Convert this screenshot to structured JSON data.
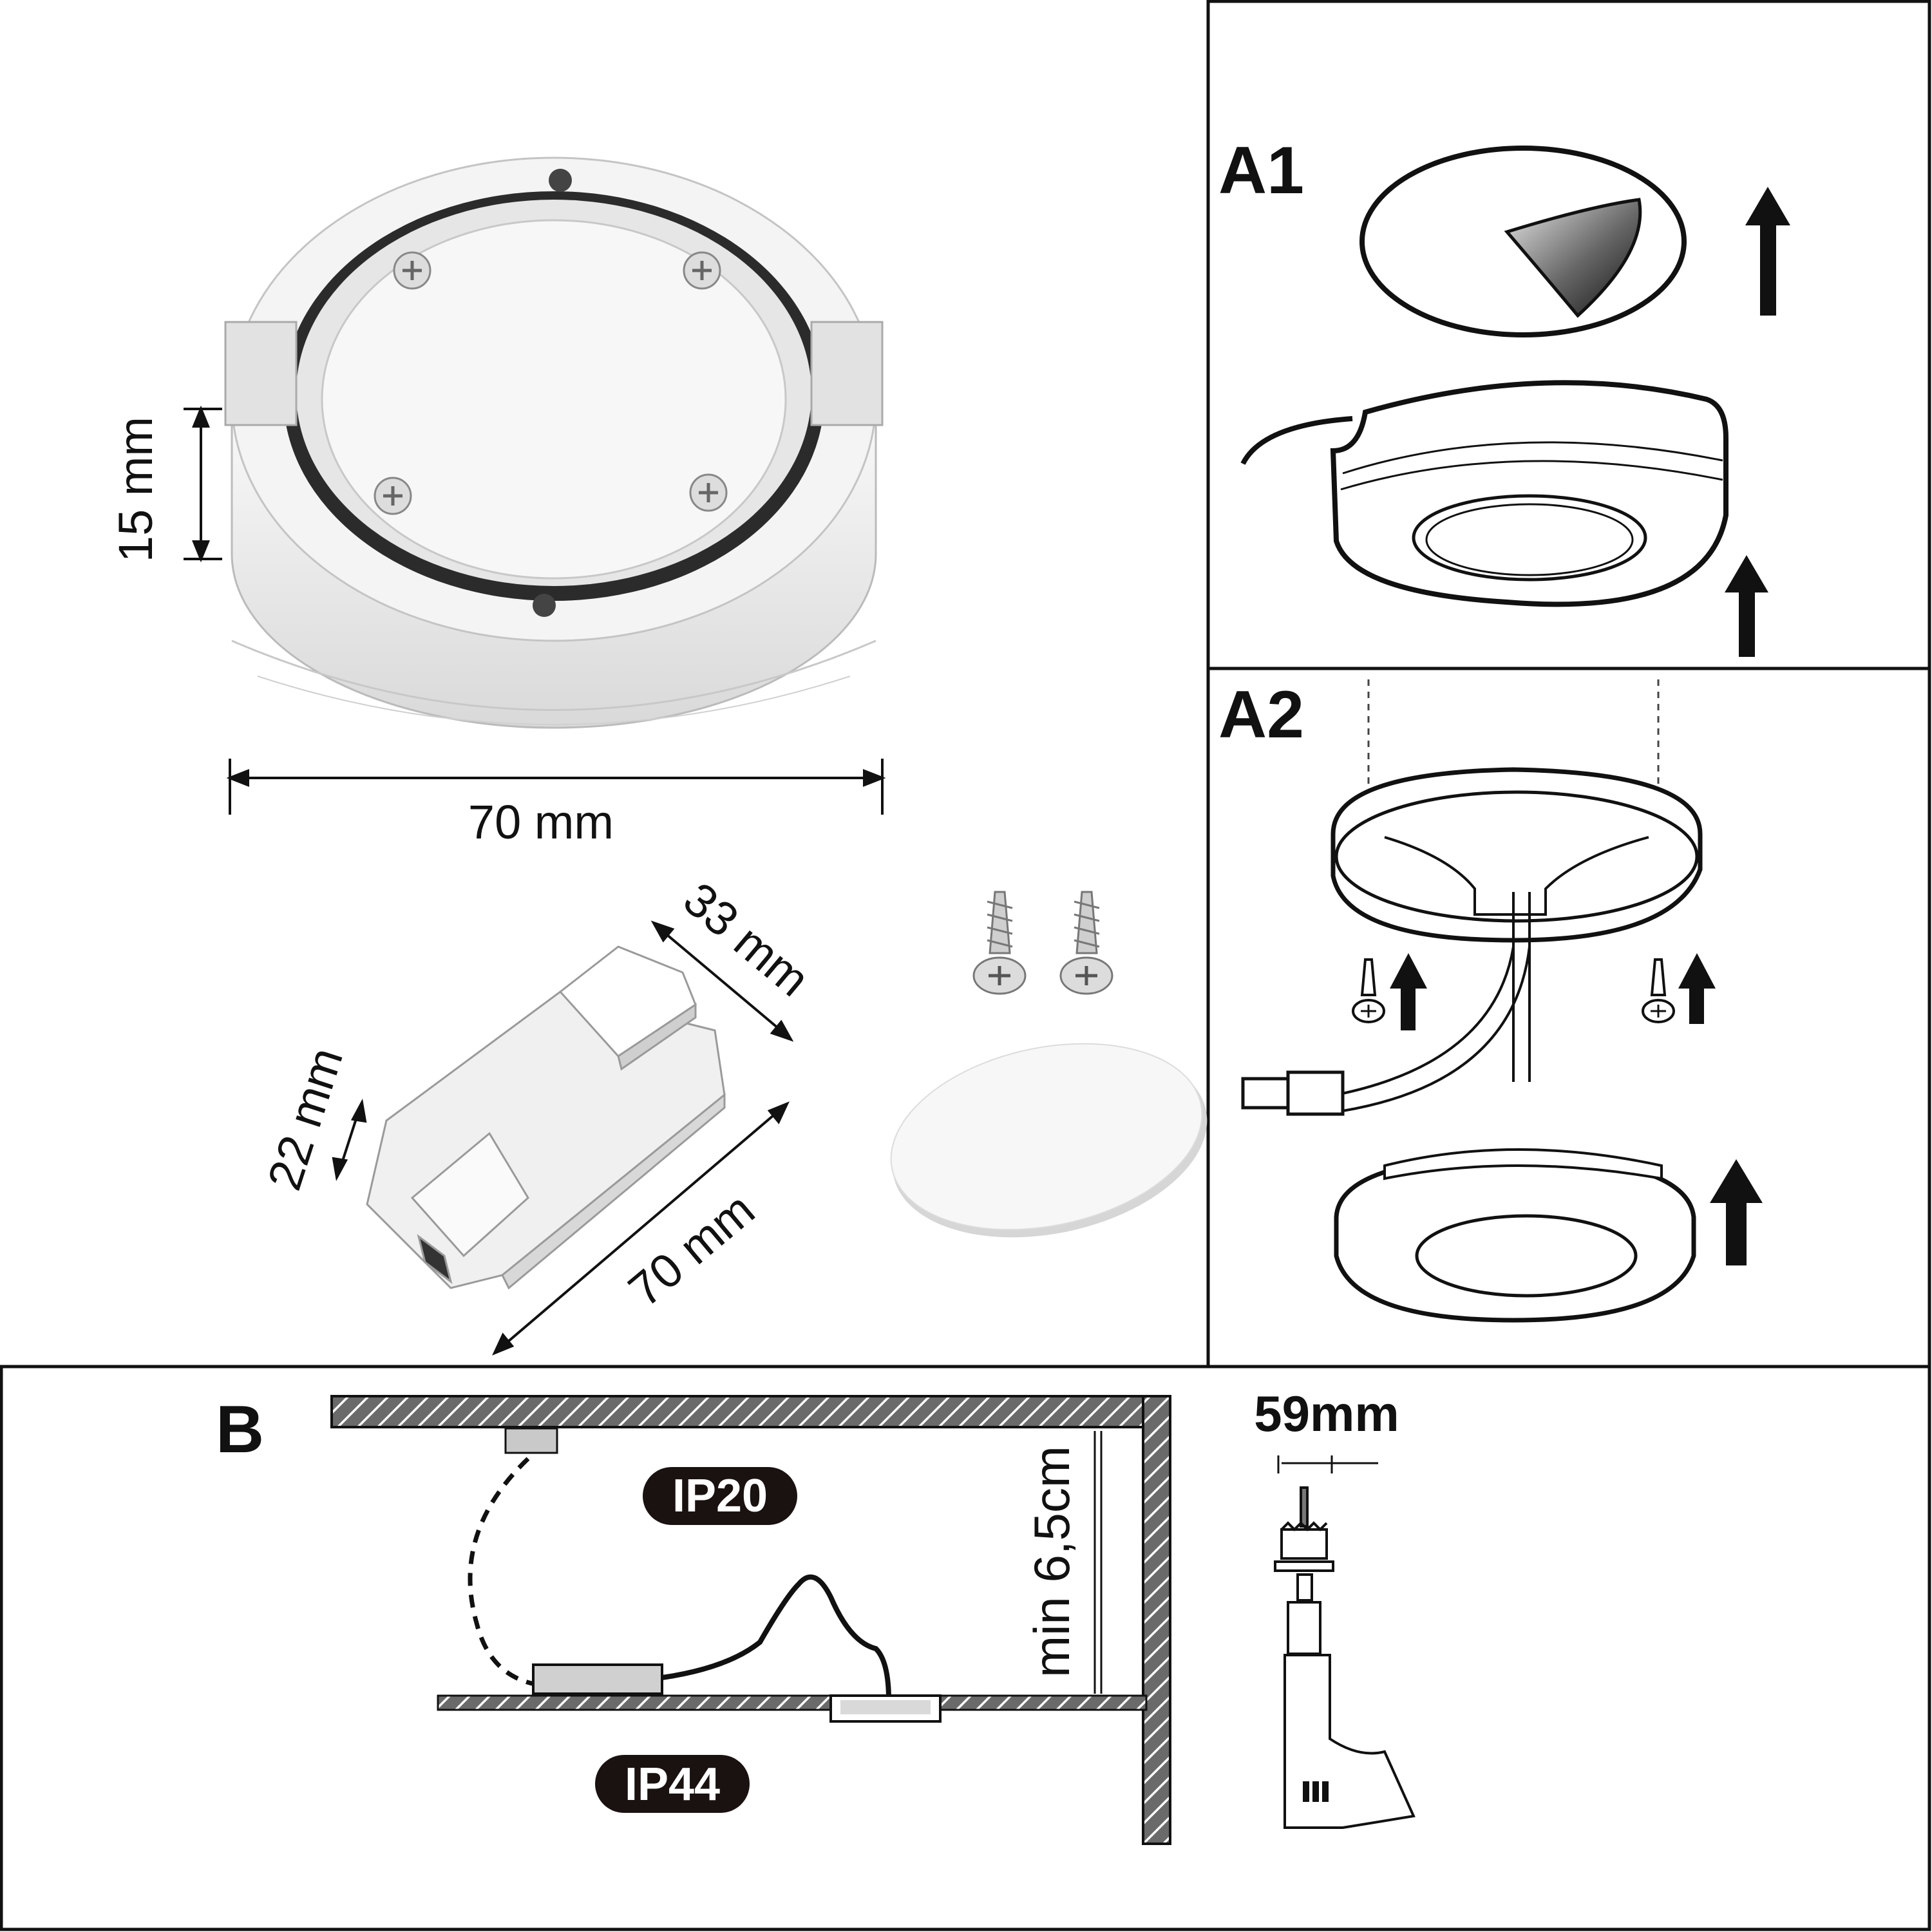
{
  "product_dimensions": {
    "height": "15 mm",
    "diameter": "70 mm"
  },
  "driver_dimensions": {
    "length": "70 mm",
    "width": "33 mm",
    "height": "22 mm"
  },
  "panels": {
    "a1": {
      "label": "A1"
    },
    "a2": {
      "label": "A2"
    },
    "b": {
      "label": "B",
      "ip_upper": "IP20",
      "ip_lower": "IP44",
      "min_clearance": "min 6,5cm",
      "drill_diameter": "59mm"
    }
  },
  "colors": {
    "line": "#111111",
    "product_white": "#f2f2f2",
    "product_shade": "#cfcfcf",
    "hatch": "#5a5a5a",
    "badge": "#1a1210"
  }
}
